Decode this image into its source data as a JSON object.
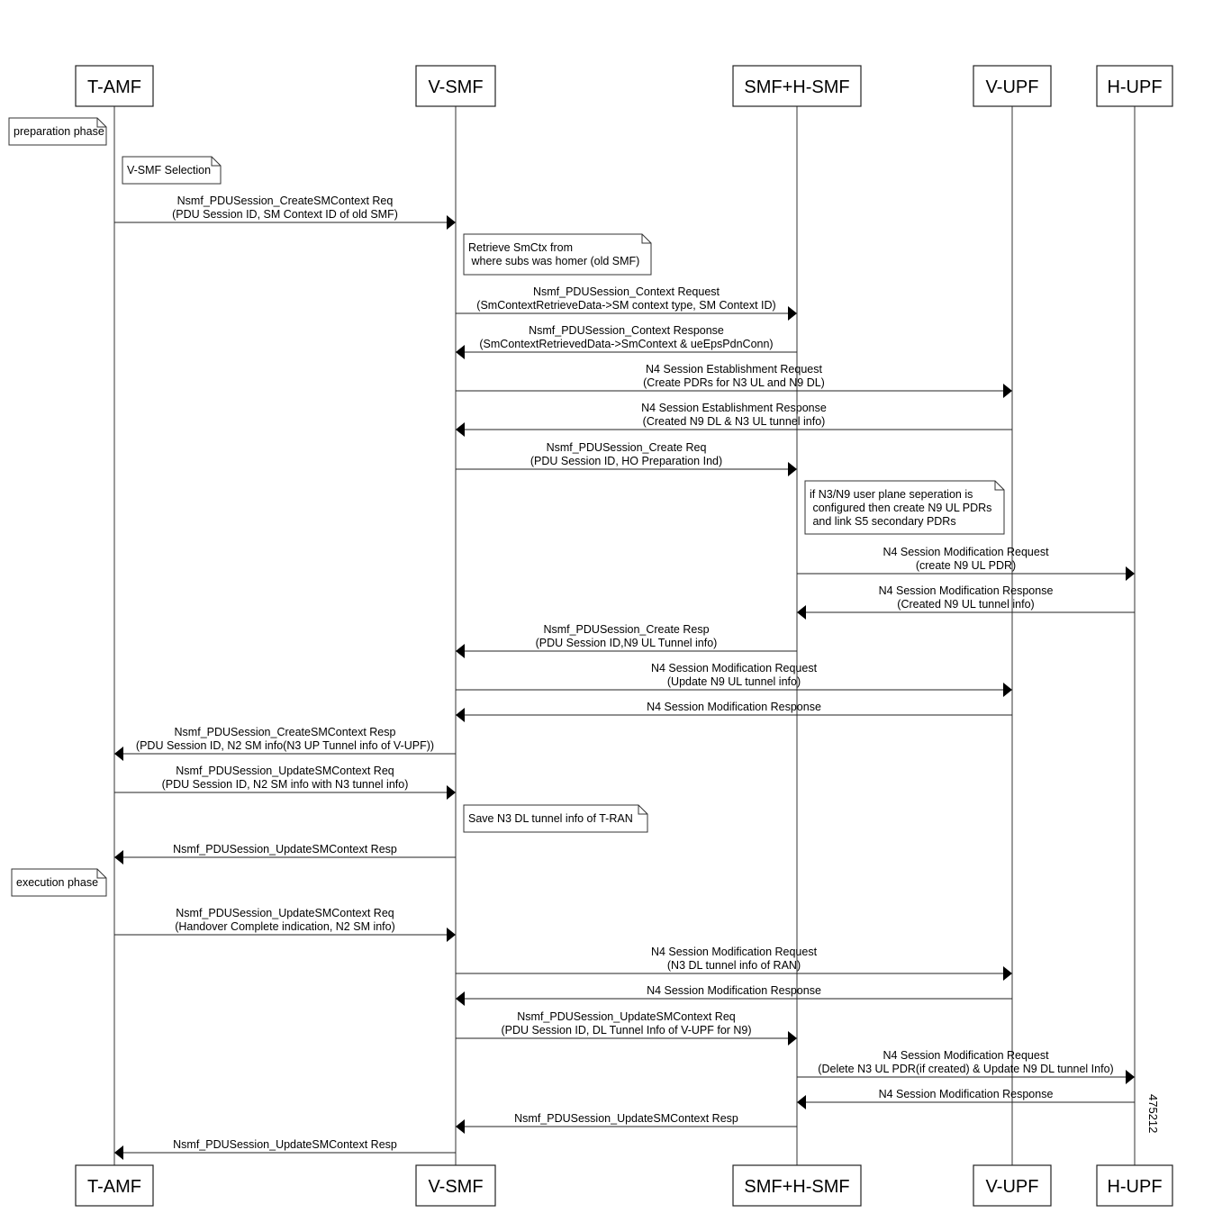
{
  "participants": [
    "T-AMF",
    "V-SMF",
    "SMF+H-SMF",
    "V-UPF",
    "H-UPF"
  ],
  "messages": [
    {
      "from": 0,
      "to": 1,
      "lines": [
        "Nsmf_PDUSession_CreateSMContext Req",
        "(PDU Session ID, SM Context ID of old SMF)"
      ]
    },
    {
      "from": 1,
      "to": 2,
      "lines": [
        "Nsmf_PDUSession_Context Request",
        "(SmContextRetrieveData->SM context type, SM Context ID)"
      ]
    },
    {
      "from": 2,
      "to": 1,
      "lines": [
        "Nsmf_PDUSession_Context Response",
        "(SmContextRetrievedData->SmContext & ueEpsPdnConn)"
      ]
    },
    {
      "from": 1,
      "to": 3,
      "lines": [
        "N4 Session Establishment Request",
        "(Create PDRs for N3 UL and N9 DL)"
      ]
    },
    {
      "from": 3,
      "to": 1,
      "lines": [
        "N4 Session Establishment Response",
        "(Created N9 DL & N3 UL tunnel info)"
      ]
    },
    {
      "from": 1,
      "to": 2,
      "lines": [
        "Nsmf_PDUSession_Create Req",
        "(PDU Session ID, HO Preparation Ind)"
      ]
    },
    {
      "from": 2,
      "to": 4,
      "lines": [
        "N4 Session Modification Request",
        "(create N9 UL PDR)"
      ]
    },
    {
      "from": 4,
      "to": 2,
      "lines": [
        "N4 Session Modification Response",
        "(Created N9 UL tunnel info)"
      ]
    },
    {
      "from": 2,
      "to": 1,
      "lines": [
        "Nsmf_PDUSession_Create Resp",
        "(PDU Session ID,N9 UL Tunnel info)"
      ]
    },
    {
      "from": 1,
      "to": 3,
      "lines": [
        "N4 Session Modification Request",
        "(Update N9 UL tunnel info)"
      ]
    },
    {
      "from": 3,
      "to": 1,
      "lines": [
        "N4 Session Modification Response"
      ]
    },
    {
      "from": 1,
      "to": 0,
      "lines": [
        "Nsmf_PDUSession_CreateSMContext Resp",
        "(PDU Session ID, N2 SM info(N3 UP Tunnel info of V-UPF))"
      ]
    },
    {
      "from": 0,
      "to": 1,
      "lines": [
        "Nsmf_PDUSession_UpdateSMContext Req",
        "(PDU Session ID, N2 SM info with N3 tunnel info)"
      ]
    },
    {
      "from": 1,
      "to": 0,
      "lines": [
        "Nsmf_PDUSession_UpdateSMContext Resp"
      ]
    },
    {
      "from": 0,
      "to": 1,
      "lines": [
        "Nsmf_PDUSession_UpdateSMContext Req",
        "(Handover Complete indication, N2 SM info)"
      ]
    },
    {
      "from": 1,
      "to": 3,
      "lines": [
        "N4 Session Modification Request",
        "(N3 DL tunnel info of RAN)"
      ]
    },
    {
      "from": 3,
      "to": 1,
      "lines": [
        "N4 Session Modification Response"
      ]
    },
    {
      "from": 1,
      "to": 2,
      "lines": [
        "Nsmf_PDUSession_UpdateSMContext Req",
        "(PDU Session ID, DL Tunnel Info of V-UPF for N9)"
      ]
    },
    {
      "from": 2,
      "to": 4,
      "lines": [
        "N4 Session Modification Request",
        "(Delete N3 UL PDR(if created) & Update N9 DL tunnel Info)"
      ]
    },
    {
      "from": 4,
      "to": 2,
      "lines": [
        "N4 Session Modification Response"
      ]
    },
    {
      "from": 2,
      "to": 1,
      "lines": [
        "Nsmf_PDUSession_UpdateSMContext Resp"
      ]
    },
    {
      "from": 1,
      "to": 0,
      "lines": [
        "Nsmf_PDUSession_UpdateSMContext Resp"
      ]
    }
  ],
  "notes": [
    {
      "lines": [
        "preparation phase"
      ]
    },
    {
      "lines": [
        "V-SMF Selection"
      ]
    },
    {
      "lines": [
        "Retrieve SmCtx from",
        " where subs was homer (old SMF)"
      ]
    },
    {
      "lines": [
        "if N3/N9 user plane seperation is",
        " configured then create N9 UL PDRs",
        " and link S5 secondary PDRs"
      ]
    },
    {
      "lines": [
        "Save N3 DL tunnel info of T-RAN"
      ]
    },
    {
      "lines": [
        "execution phase"
      ]
    }
  ],
  "figure_id": "475212"
}
